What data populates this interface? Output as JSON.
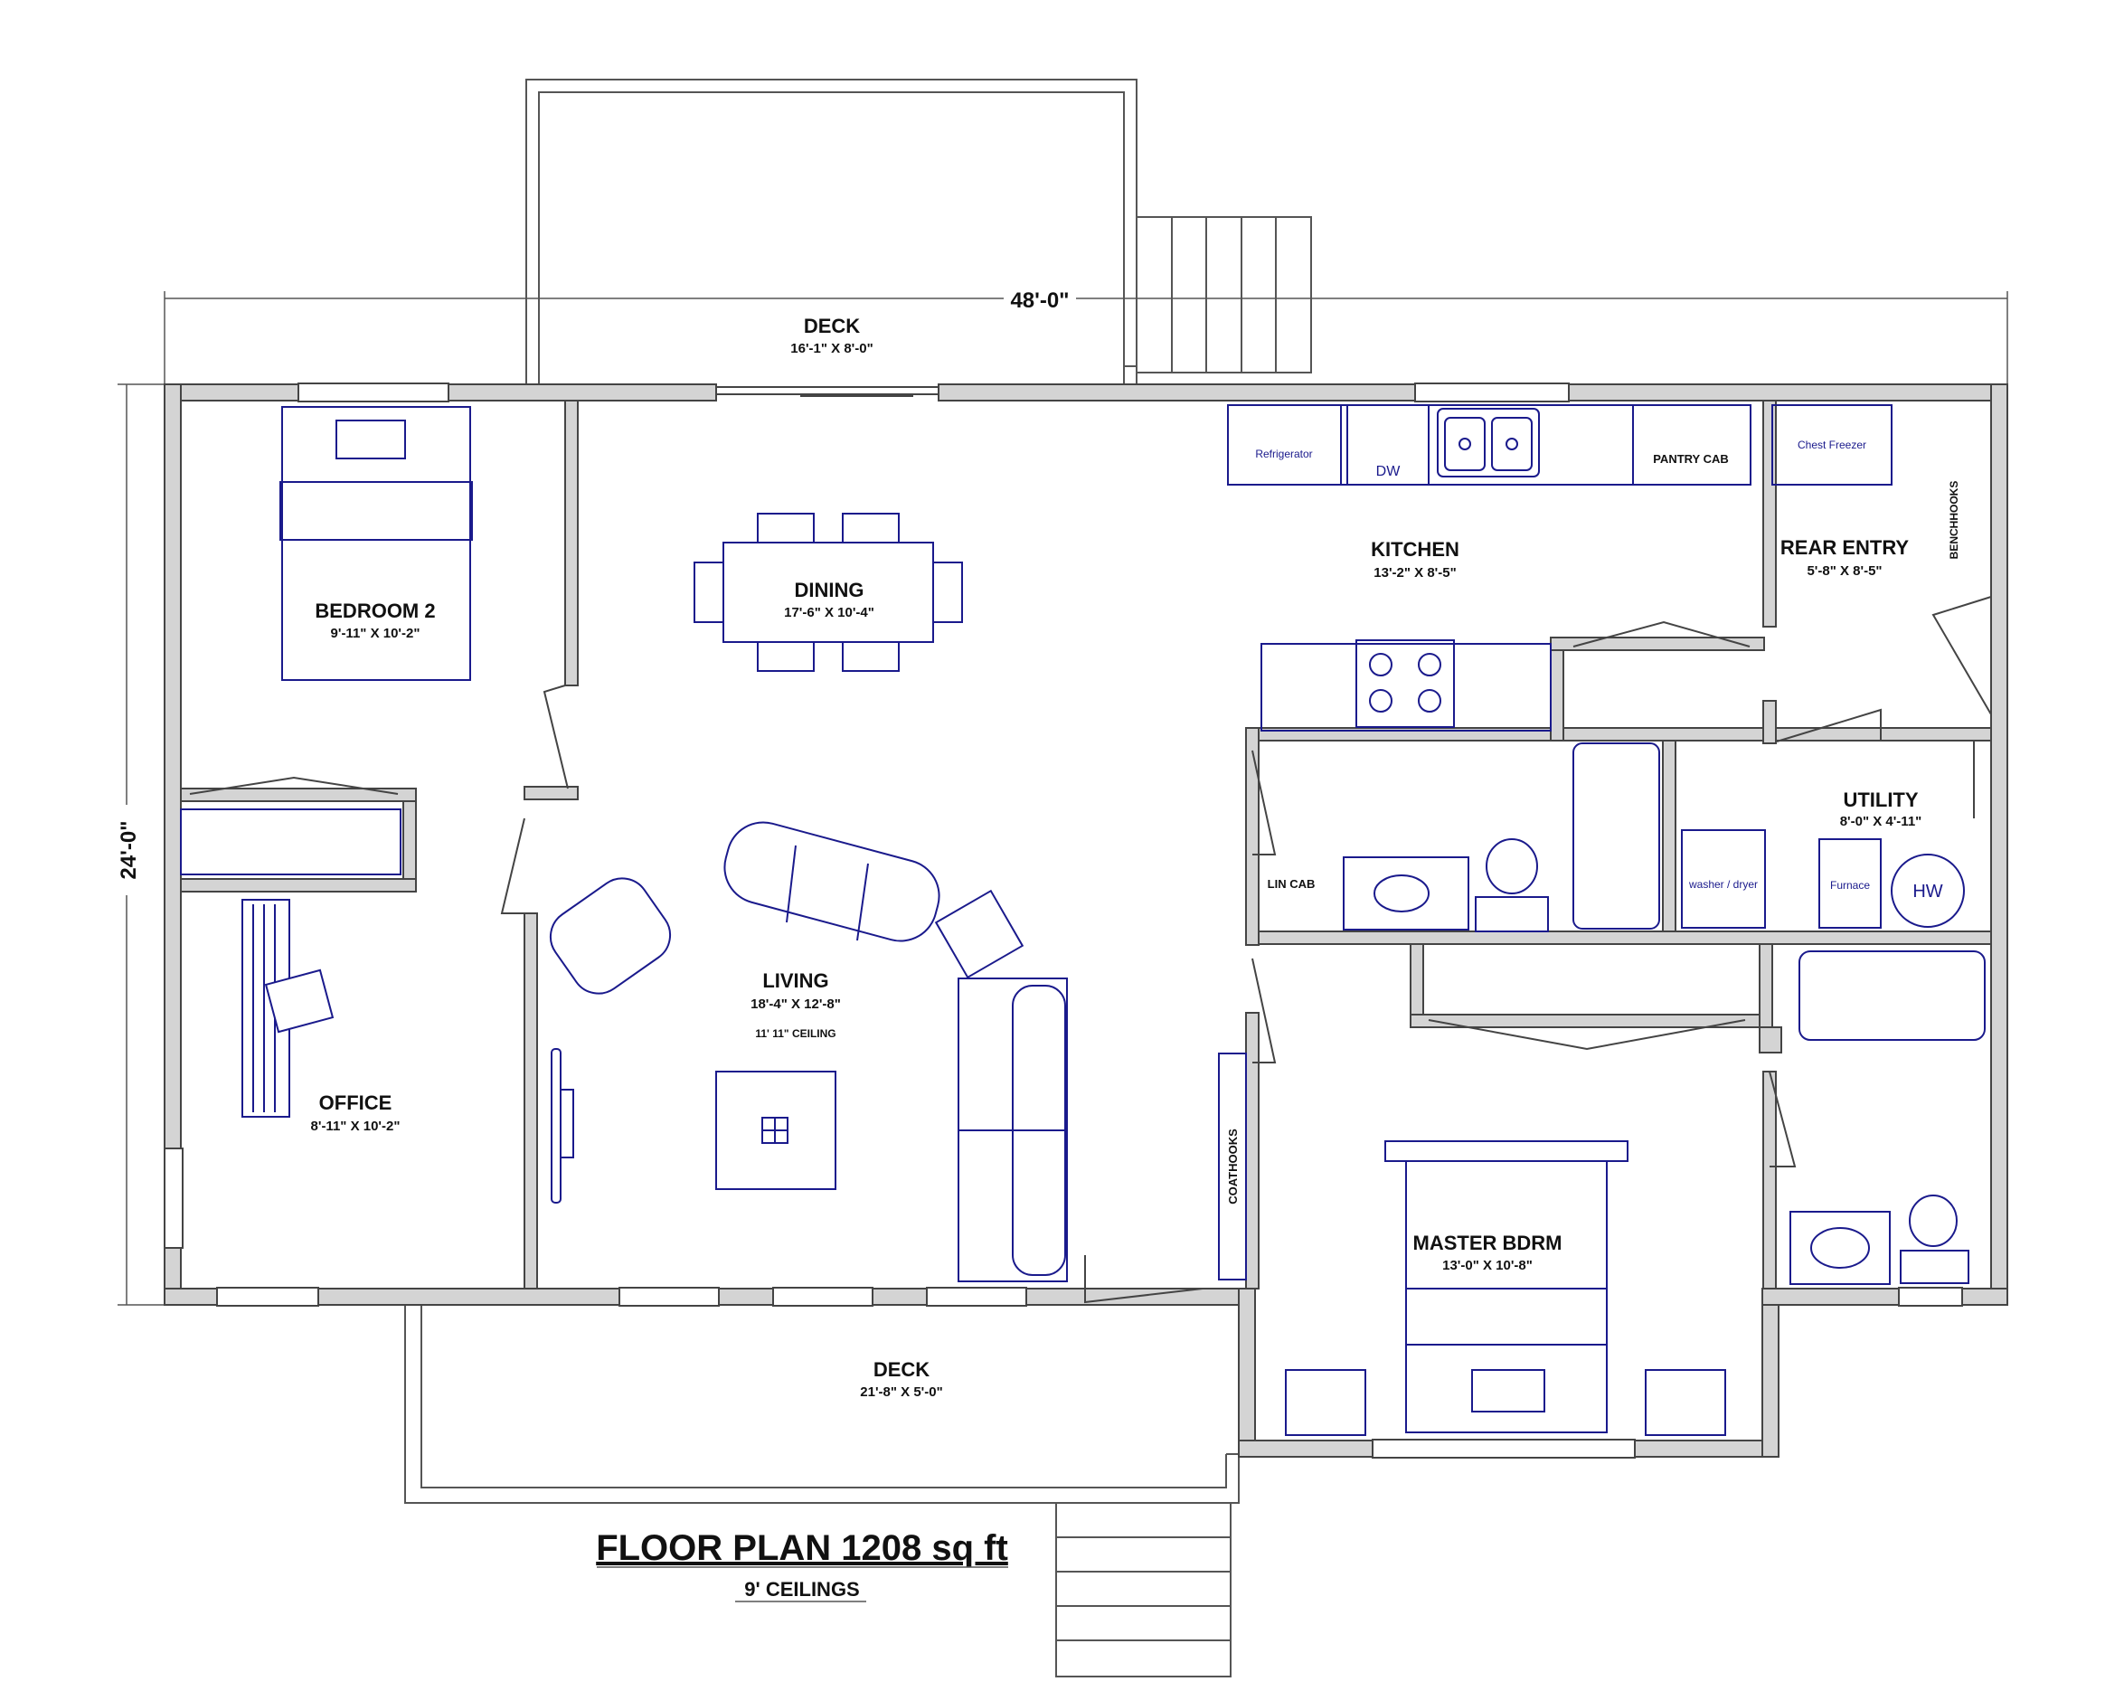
{
  "overall": {
    "width": "48'-0\"",
    "depth": "24'-0\""
  },
  "rooms": {
    "deck_top": {
      "name": "DECK",
      "size": "16'-1\" X 8'-0\""
    },
    "bedroom2": {
      "name": "BEDROOM 2",
      "size": "9'-11\" X 10'-2\""
    },
    "dining": {
      "name": "DINING",
      "size": "17'-6\" X 10'-4\""
    },
    "kitchen": {
      "name": "KITCHEN",
      "size": "13'-2\" X 8'-5\""
    },
    "rear_entry": {
      "name": "REAR ENTRY",
      "size": "5'-8\" X 8'-5\""
    },
    "utility": {
      "name": "UTILITY",
      "size": "8'-0\" X 4'-11\""
    },
    "living": {
      "name": "LIVING",
      "size": "18'-4\" X 12'-8\"",
      "ceiling": "11' 11\" CEILING"
    },
    "office": {
      "name": "OFFICE",
      "size": "8'-11\" X 10'-2\""
    },
    "master": {
      "name": "MASTER BDRM",
      "size": "13'-0\" X 10'-8\""
    },
    "deck_bottom": {
      "name": "DECK",
      "size": "21'-8\" X 5'-0\""
    }
  },
  "fixtures": {
    "refrigerator": "Refrigerator",
    "dishwasher": "DW",
    "pantry": "PANTRY CAB",
    "chest_freezer": "Chest Freezer",
    "benchhooks": "BENCHHOOKS",
    "lin_cab": "LIN CAB",
    "washer_dryer": "washer / dryer",
    "furnace": "Furnace",
    "water_heater": "HW",
    "coathooks": "COATHOOKS"
  },
  "title": {
    "main": "FLOOR PLAN 1208 sq ft",
    "sub": "9' CEILINGS"
  }
}
